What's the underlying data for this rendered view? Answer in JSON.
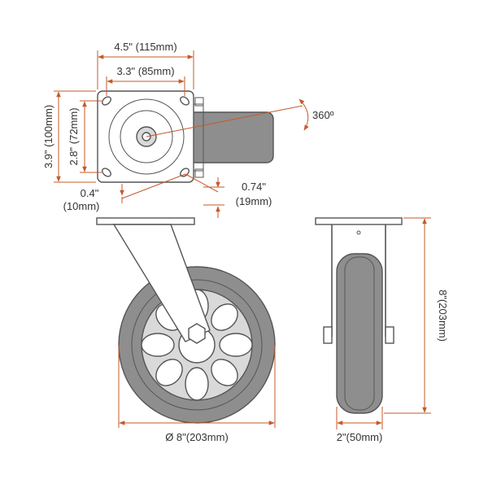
{
  "colors": {
    "dimension_line": "#c45a2a",
    "outline": "#555555",
    "tire": "#8e8e8e",
    "hub": "#d9d9d9",
    "text": "#333333"
  },
  "dimensions": {
    "plate_width_in": "4.5\" (115mm)",
    "hole_spacing_width": "3.3\" (85mm)",
    "plate_length": "3.9\" (100mm)",
    "hole_spacing_length": "2.8\" (72mm)",
    "rotation": "360º",
    "plate_thickness_in": "0.4\"",
    "plate_thickness_mm": "(10mm)",
    "offset_in": "0.74\"",
    "offset_mm": "(19mm)",
    "wheel_diameter": "Ø 8\"(203mm)",
    "total_height": "8\"(203mm)",
    "wheel_width": "2\"(50mm)"
  }
}
